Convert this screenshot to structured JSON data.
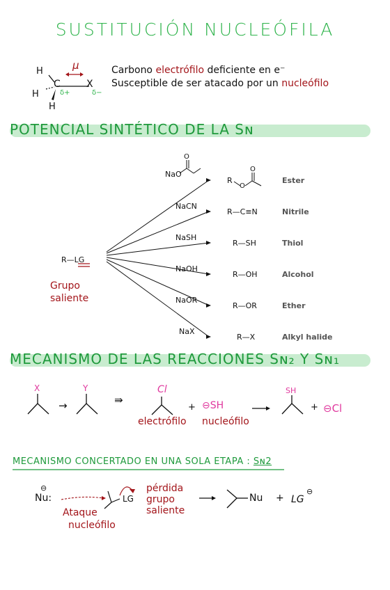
{
  "title": "SUSTITUCIÓN NUCLEÓFILA",
  "intro": {
    "line1_pre": "Carbono ",
    "line1_red": "electrófilo",
    "line1_post": " deficiente en e⁻",
    "line2_pre": "Susceptible de ser atacado por un ",
    "line2_red": "nucleófilo",
    "mu": "μ",
    "h1": "H",
    "h2": "H",
    "h3": "H",
    "c": "C",
    "x": "X",
    "delta_plus": "δ+",
    "delta_minus": "δ−"
  },
  "section1": {
    "title": "POTENCIAL SINTÉTICO DE LA Sɴ",
    "substrate": "R—LG",
    "note": [
      "Grupo",
      "saliente"
    ],
    "reactions": [
      {
        "reagent": "NaO",
        "product": "R",
        "label": "Ester"
      },
      {
        "reagent": "NaCN",
        "product": "R—C≡N",
        "label": "Nitrile"
      },
      {
        "reagent": "NaSH",
        "product": "R—SH",
        "label": "Thiol"
      },
      {
        "reagent": "NaOH",
        "product": "R—OH",
        "label": "Alcohol"
      },
      {
        "reagent": "NaOR",
        "product": "R—OR",
        "label": "Ether"
      },
      {
        "reagent": "NaX",
        "product": "R—X",
        "label": "Alkyl halide"
      }
    ],
    "ester_o": "O",
    "ester_o2": "O"
  },
  "section2": {
    "title": "MECANISMO DE LAS REACCIONES Sɴ₂ Y Sɴ₁",
    "x": "X",
    "y": "Y",
    "arrow1": "→",
    "arrow2": "⇛",
    "cl": "Cl",
    "plus": "+",
    "sh_neg": "⊖SH",
    "sh": "SH",
    "cl_neg": "⊖Cl",
    "electrofilo": "electrófilo",
    "nucleofilo": "nucleófilo"
  },
  "section3": {
    "title_pre": "MECANISMO CONCERTADO EN UNA SOLA ETAPA : ",
    "title_sn2": "Sɴ2",
    "nu": "Nu:",
    "neg": "⊖",
    "lg": "LG",
    "perdida": [
      "pérdida",
      "grupo",
      "saliente"
    ],
    "ataque": [
      "Ataque",
      "nucleófilo"
    ],
    "product_nu": "Nu",
    "plus": "+",
    "lg_neg": "LG",
    "arrow": "→"
  },
  "colors": {
    "green_title": "#2db34a",
    "band": "#c8eccf",
    "red": "#a3151a",
    "pink": "#e0399e"
  }
}
